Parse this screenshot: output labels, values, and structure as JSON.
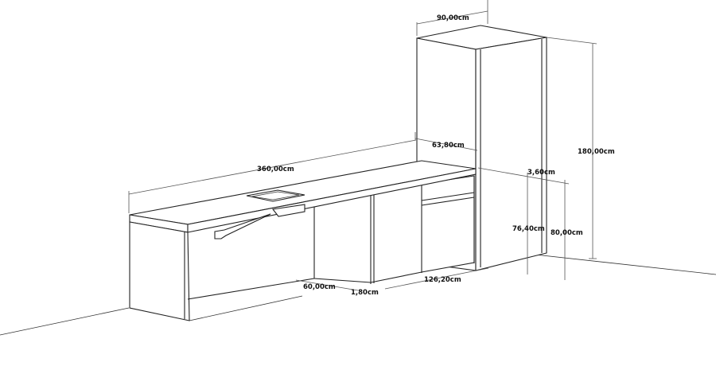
{
  "dimensions": {
    "top_width": "90,00cm",
    "column_depth": "63,80cm",
    "counter_length": "360,00cm",
    "top_thickness": "3,60cm",
    "total_height": "180,00cm",
    "counter_height": "76,40cm",
    "overall_counter_height": "80,00cm",
    "knee_depth": "60,00cm",
    "panel_thickness": "1,80cm",
    "cabinet_width": "126,20cm"
  }
}
